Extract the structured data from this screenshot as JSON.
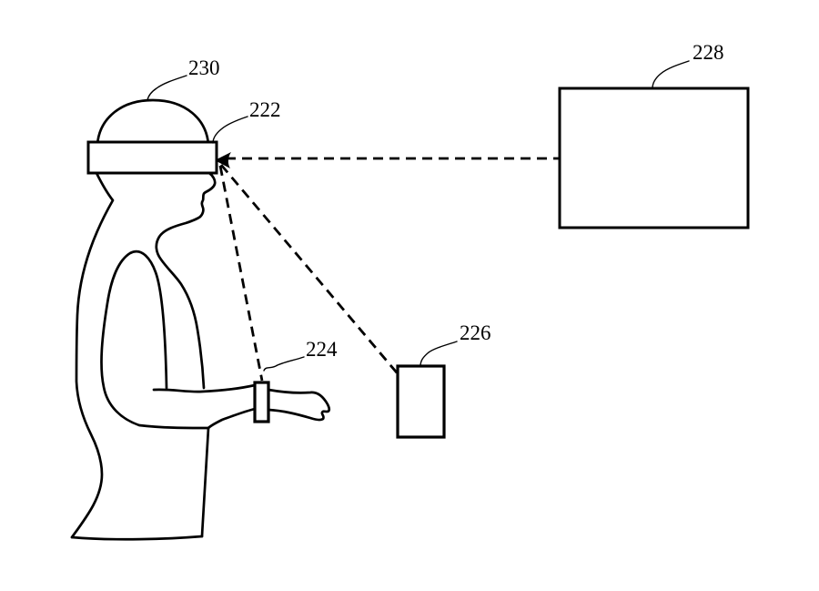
{
  "diagram": {
    "background_color": "#ffffff",
    "line_color": "#000000",
    "labels": {
      "head": "230",
      "head_mounted_device": "222",
      "wrist_device": "224",
      "handheld_device": "226",
      "external_display": "228"
    }
  }
}
